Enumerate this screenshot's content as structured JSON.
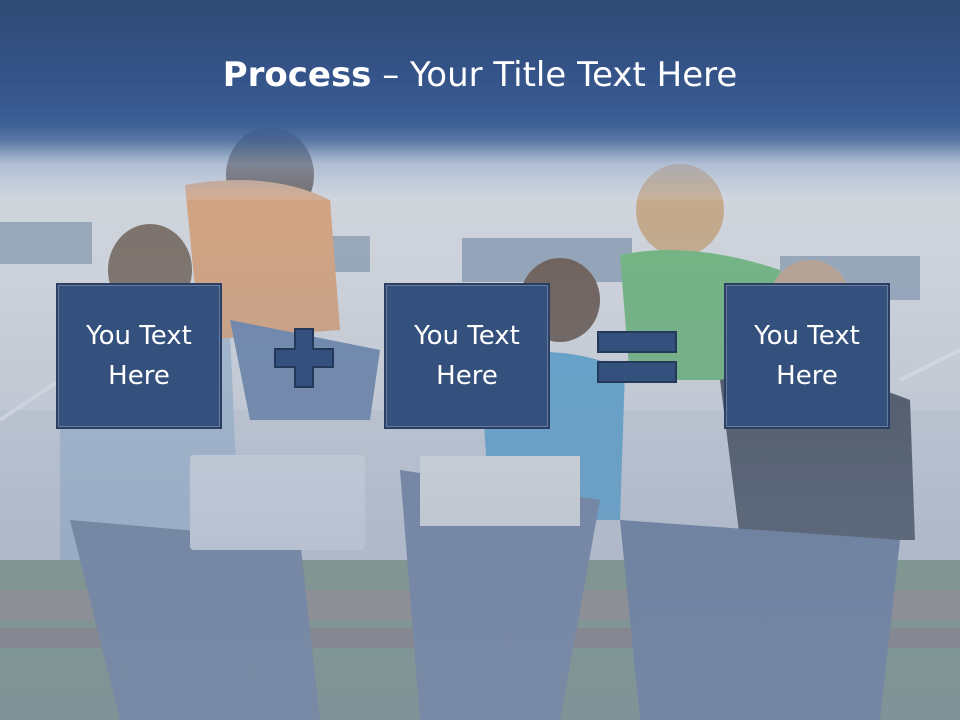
{
  "slide": {
    "title_bold": "Process",
    "title_rest": " – Your Title Text Here",
    "boxes": [
      {
        "text": "You Text Here"
      },
      {
        "text": "You Text Here"
      },
      {
        "text": "You Text Here"
      }
    ],
    "operators": [
      "plus-icon",
      "equals-icon"
    ],
    "colors": {
      "header": "#34507c",
      "box_fill": "#34507c",
      "box_border": "#2a3f63",
      "text": "#ffffff"
    }
  }
}
